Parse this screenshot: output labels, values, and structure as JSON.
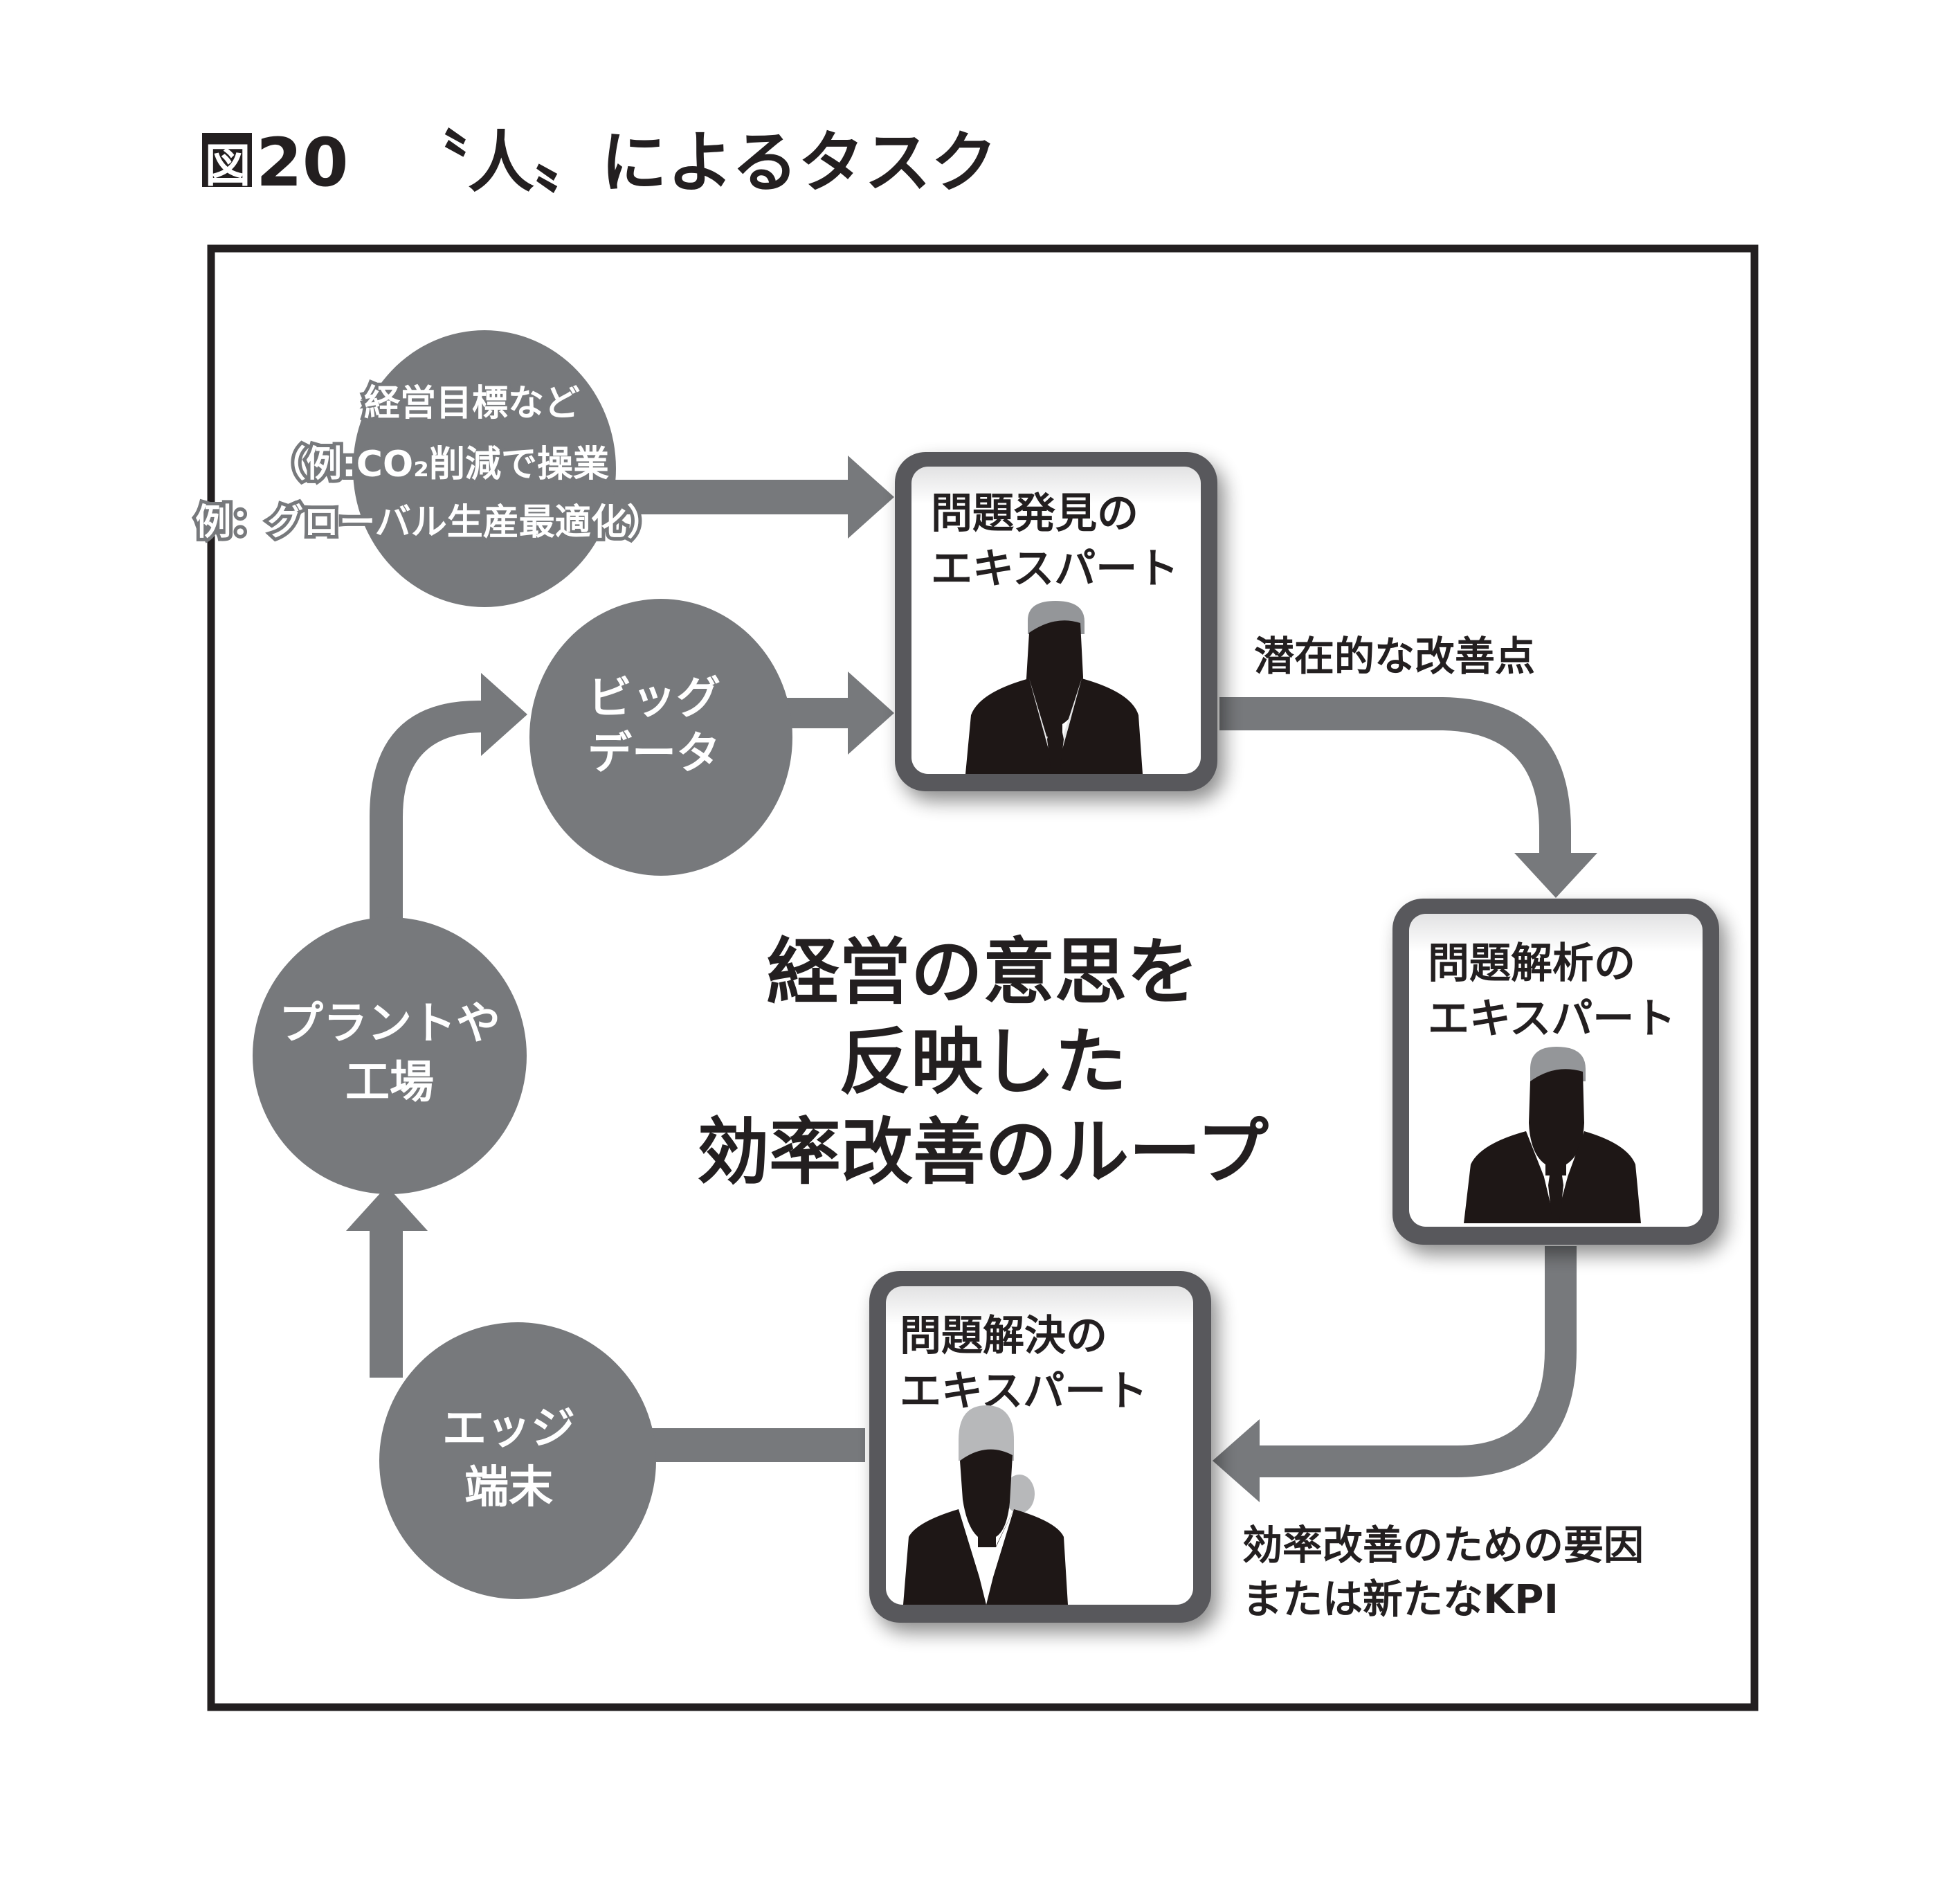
{
  "title": {
    "figure_number": "図20",
    "text": "〝人〟によるタスク"
  },
  "colors": {
    "arrow": "#77797c",
    "circle": "#77797c",
    "box_border": "#58585b",
    "silhouette": "#1e1716",
    "hair": "#949699",
    "frame": "#231f20"
  },
  "circles": {
    "goals": {
      "lines": [
        "経営目標など",
        "（例:CO₂削減で操業",
        "例：グローバル生産最適化）"
      ]
    },
    "big_data": {
      "lines": [
        "ビッグ",
        "データ"
      ]
    },
    "plant": {
      "lines": [
        "プラントや",
        "工場"
      ]
    },
    "edge": {
      "lines": [
        "エッジ",
        "端末"
      ]
    }
  },
  "experts": {
    "discovery": {
      "lines": [
        "問題発見の",
        "エキスパート"
      ],
      "figure": "man-icon"
    },
    "analysis": {
      "lines": [
        "問題解析の",
        "エキスパート"
      ],
      "figure": "man-icon"
    },
    "solution": {
      "lines": [
        "問題解決の",
        "エキスパート"
      ],
      "figure": "woman-icon"
    }
  },
  "labels": {
    "potential": "潜在的な改善点",
    "factors": [
      "効率改善のための要因",
      "または新たなKPI"
    ]
  },
  "center": {
    "lines": [
      "経営の意思を",
      "反映した",
      "効率改善のループ"
    ]
  }
}
